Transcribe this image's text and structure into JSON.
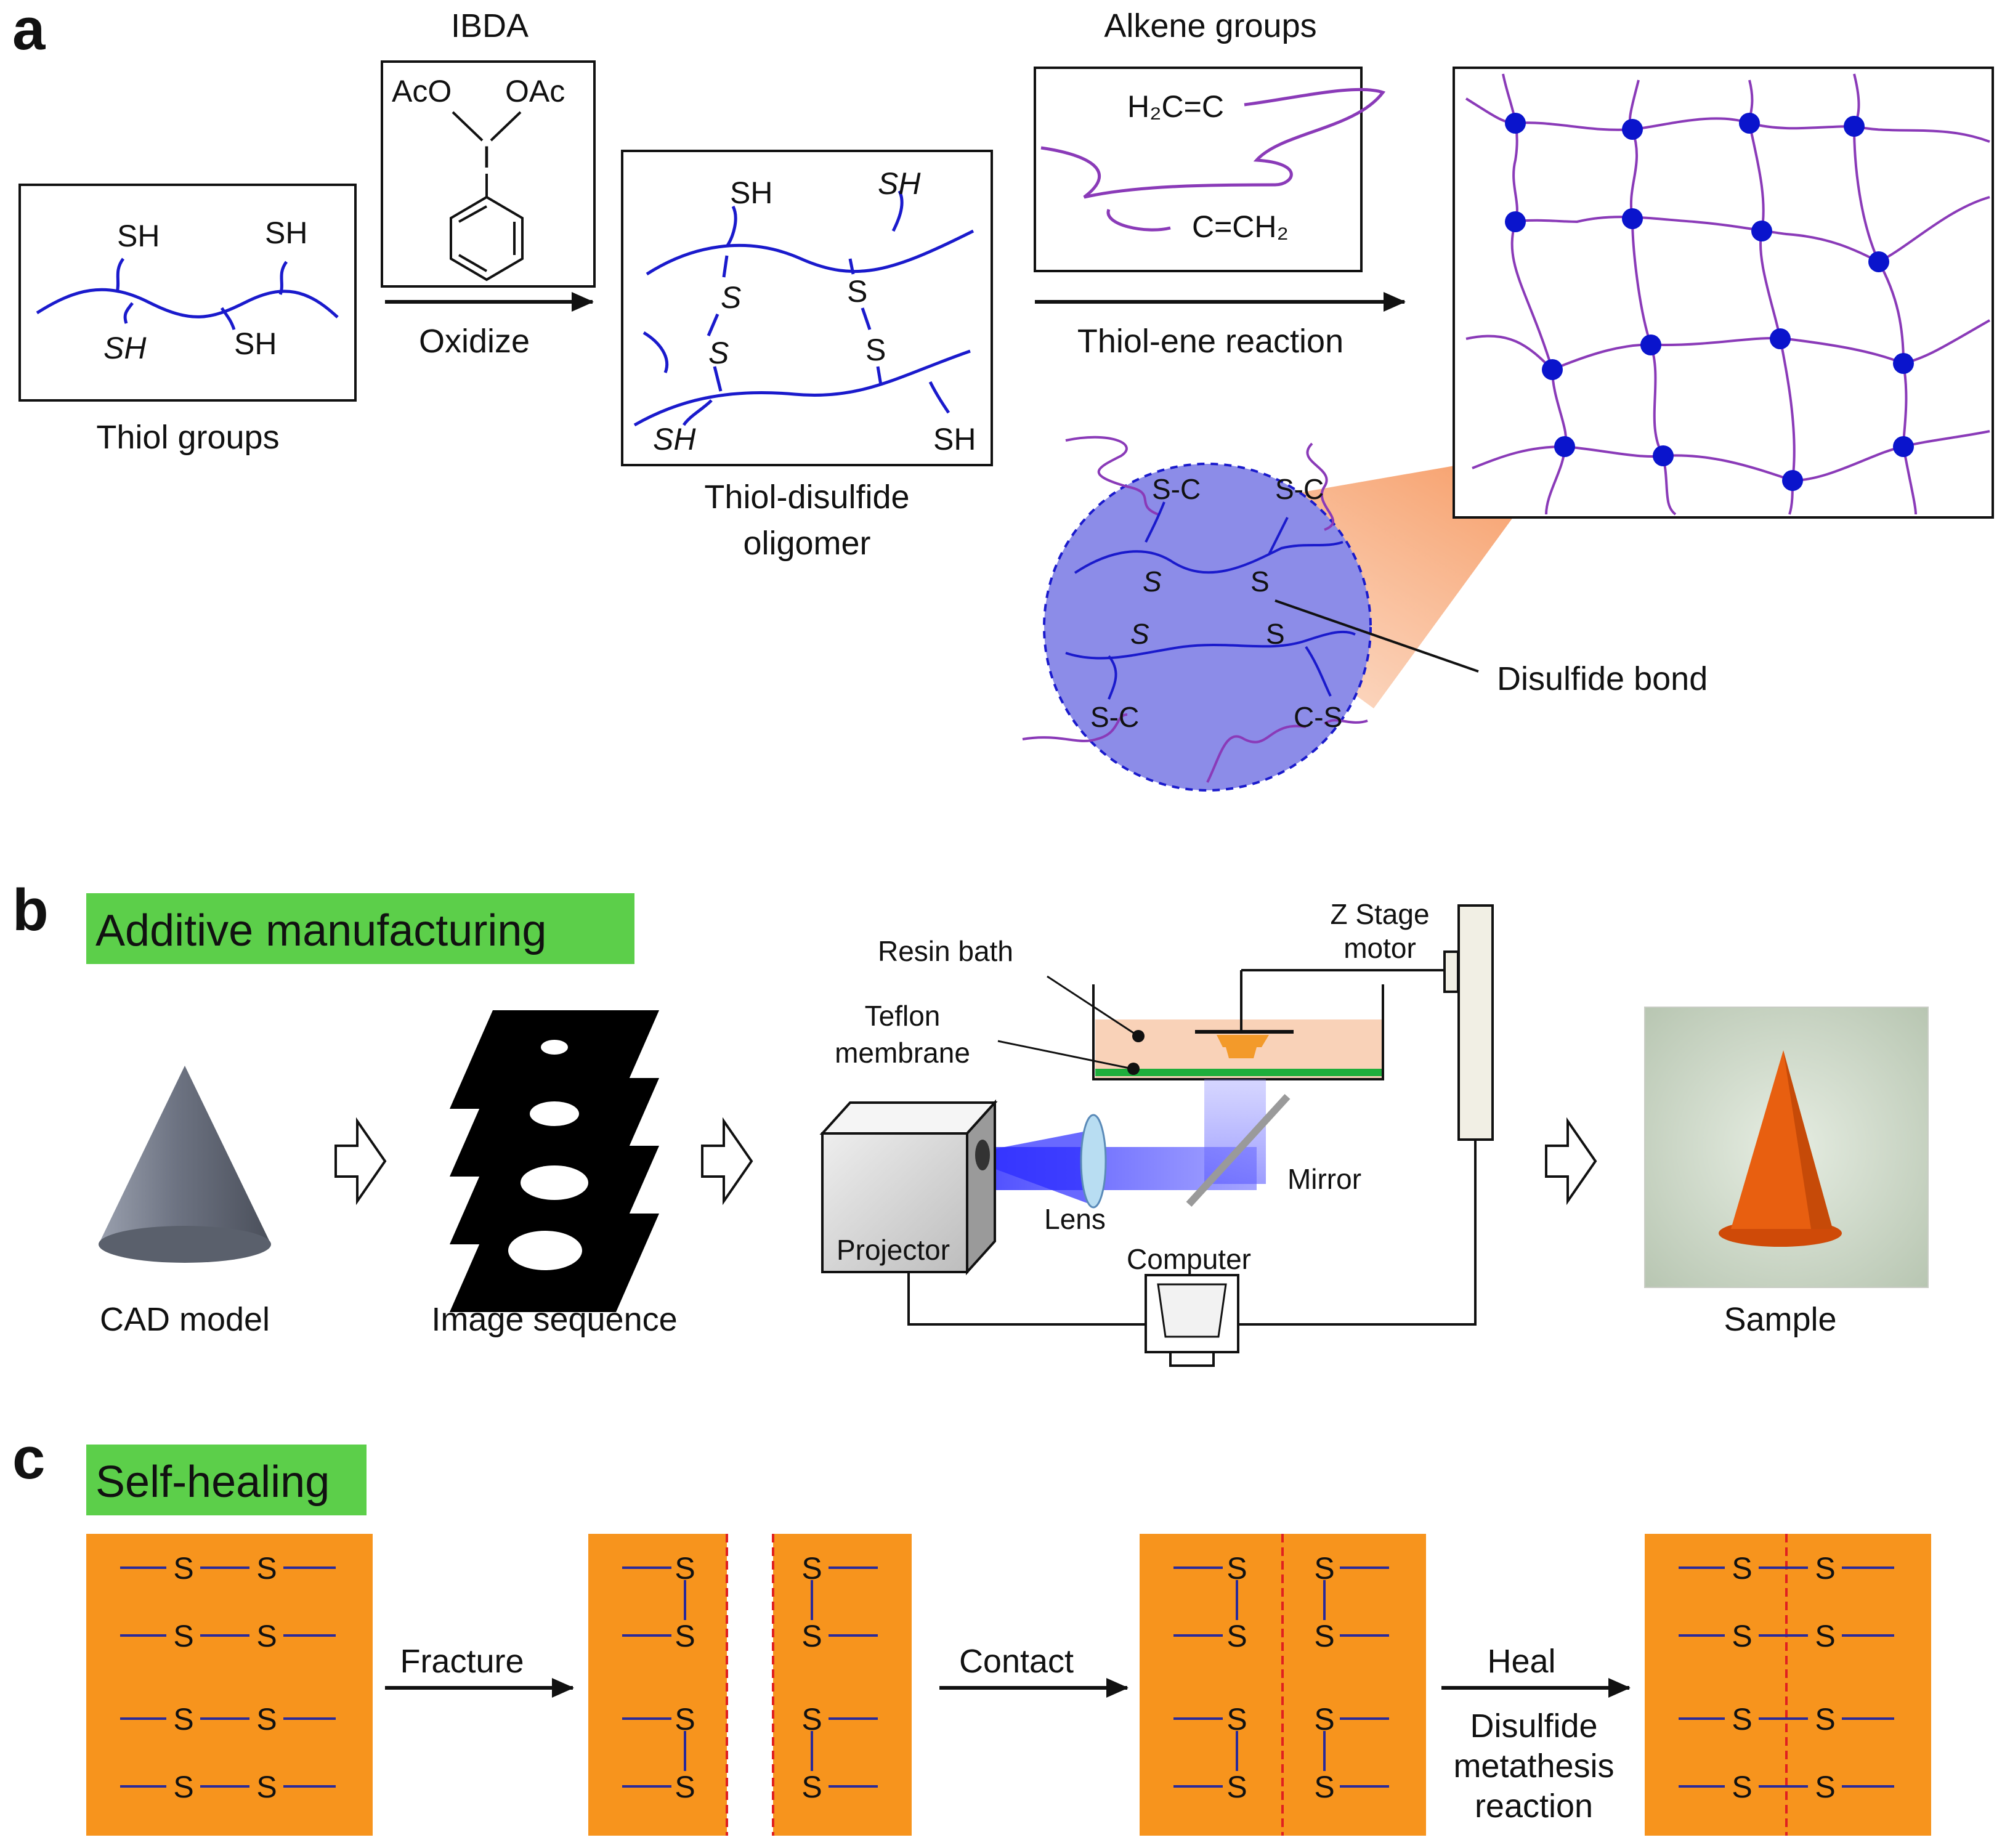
{
  "panels": {
    "a": {
      "label": "a",
      "thiol_groups": {
        "caption": "Thiol groups",
        "labels": [
          "SH",
          "SH",
          "SH",
          "SH"
        ]
      },
      "ibda": {
        "title": "IBDA",
        "acetoxy_left": "AcO",
        "acetoxy_right": "OAc",
        "iodine": "I"
      },
      "oxidize_label": "Oxidize",
      "oligomer": {
        "caption_line1": "Thiol-disulfide",
        "caption_line2": "oligomer",
        "sh_labels": [
          "SH",
          "SH",
          "SH",
          "SH"
        ],
        "s_labels": [
          "S",
          "S",
          "S",
          "S"
        ]
      },
      "alkene": {
        "title": "Alkene groups",
        "top_formula": "H₂C=C",
        "bottom_formula": "C=CH₂"
      },
      "thiol_ene_label": "Thiol-ene reaction",
      "zoom": {
        "disulfide_bond_label": "Disulfide bond",
        "sc_labels": [
          "S-C",
          "S-C",
          "S-C",
          "C-S"
        ],
        "s_labels": [
          "S",
          "S",
          "S",
          "S"
        ]
      },
      "colors": {
        "thiol_chain": "#1a1acc",
        "alkene_chain": "#8a3ab8",
        "crosslink_node": "#0a14cc",
        "zoom_fill": "#8c8ce8"
      }
    },
    "b": {
      "label": "b",
      "heading": "Additive manufacturing",
      "cad_caption": "CAD model",
      "image_seq_caption": "Image sequence",
      "resin_bath": "Resin bath",
      "teflon_line1": "Teflon",
      "teflon_line2": "membrane",
      "z_stage_line1": "Z Stage",
      "z_stage_line2": "motor",
      "projector": "Projector",
      "lens": "Lens",
      "mirror": "Mirror",
      "computer": "Computer",
      "sample_caption": "Sample",
      "colors": {
        "heading_bg": "#5ccf4a",
        "resin": "#f9d2b8",
        "membrane": "#1fae3c",
        "sample": "#e85f10"
      }
    },
    "c": {
      "label": "c",
      "heading": "Self-healing",
      "fracture": "Fracture",
      "contact": "Contact",
      "heal": "Heal",
      "heal_sub1": "Disulfide",
      "heal_sub2": "metathesis",
      "heal_sub3": "reaction",
      "atom": "S",
      "colors": {
        "block": "#f7941d",
        "bond": "#2a2a9a",
        "crack": "#e02020",
        "heading_bg": "#5ccf4a"
      }
    }
  }
}
